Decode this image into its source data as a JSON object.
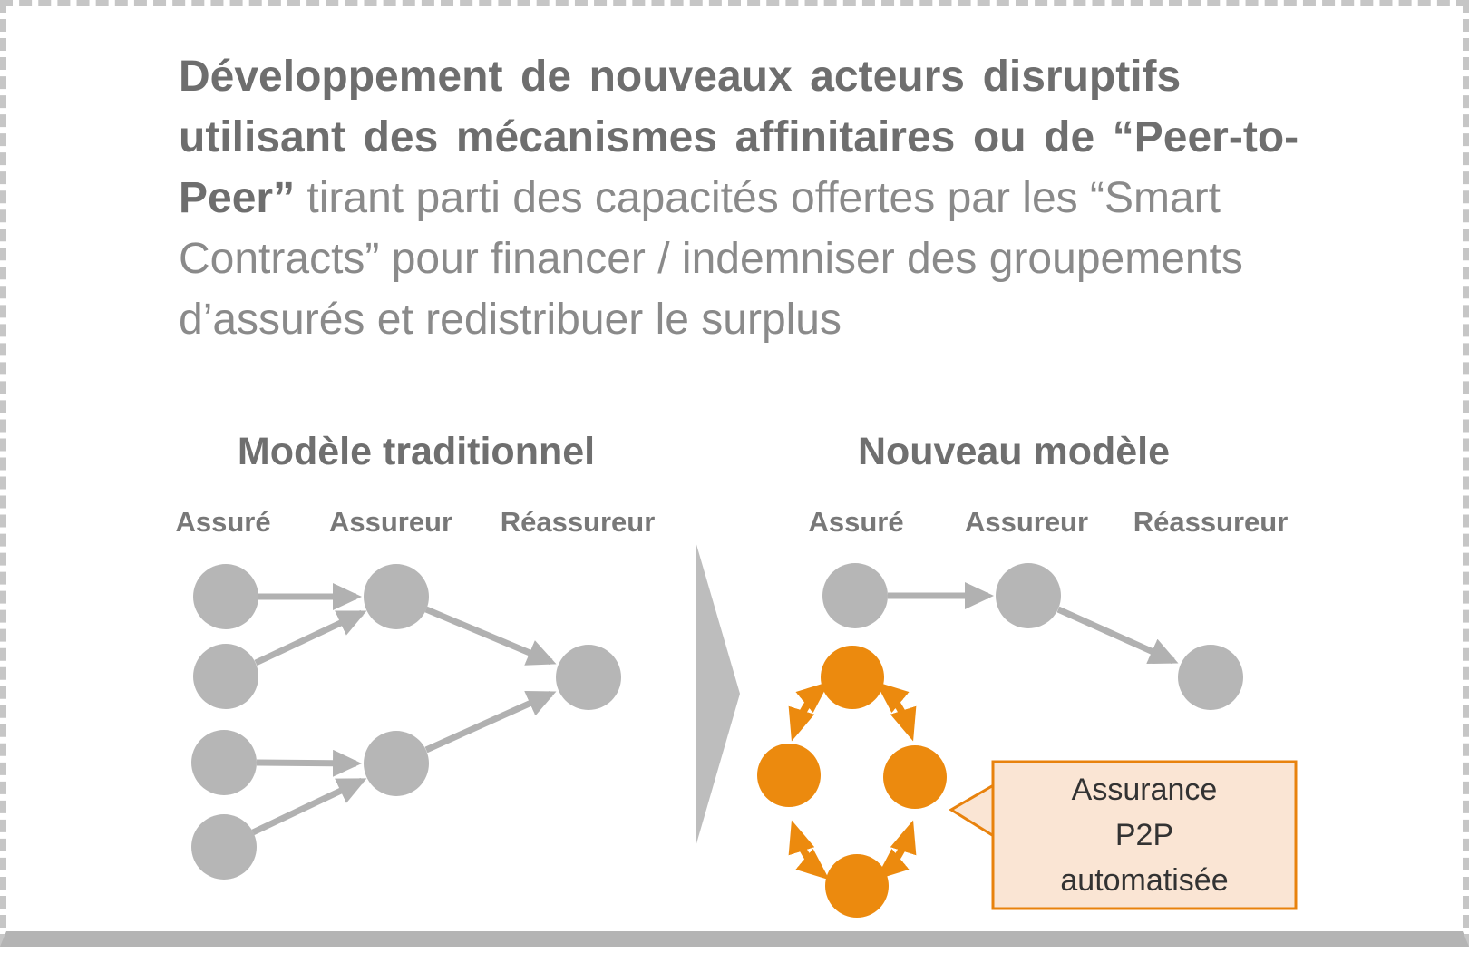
{
  "header": {
    "lines": [
      {
        "bold": "Développement de nouveaux acteurs disruptifs",
        "regular": ""
      },
      {
        "bold": "utilisant des mécanismes affinitaires ou de “Peer-to-",
        "regular": ""
      },
      {
        "bold": "Peer”",
        "regular": " tirant parti des capacités offertes par les “Smart"
      },
      {
        "bold": "",
        "regular": "Contracts” pour financer / indemniser des groupements"
      },
      {
        "bold": "",
        "regular": "d’assurés et redistribuer le surplus"
      }
    ]
  },
  "traditional_model": {
    "title": "Modèle traditionnel",
    "columns": [
      "Assuré",
      "Assureur",
      "Réassureur"
    ]
  },
  "new_model": {
    "title": "Nouveau modèle",
    "columns": [
      "Assuré",
      "Assureur",
      "Réassureur"
    ]
  },
  "callout": {
    "lines": [
      "Assurance",
      "P2P",
      "automatisée"
    ]
  },
  "colors": {
    "gray_node": "#b6b6b6",
    "gray_arrow": "#b1b1b1",
    "chevron_gray": "#bdbdbd",
    "orange": "#ec8a0e",
    "callout_fill": "#fae5d4",
    "callout_border": "#e8820d",
    "text_bold_gray": "#6e6e6e",
    "text_regular_gray": "#8a8a8a"
  }
}
